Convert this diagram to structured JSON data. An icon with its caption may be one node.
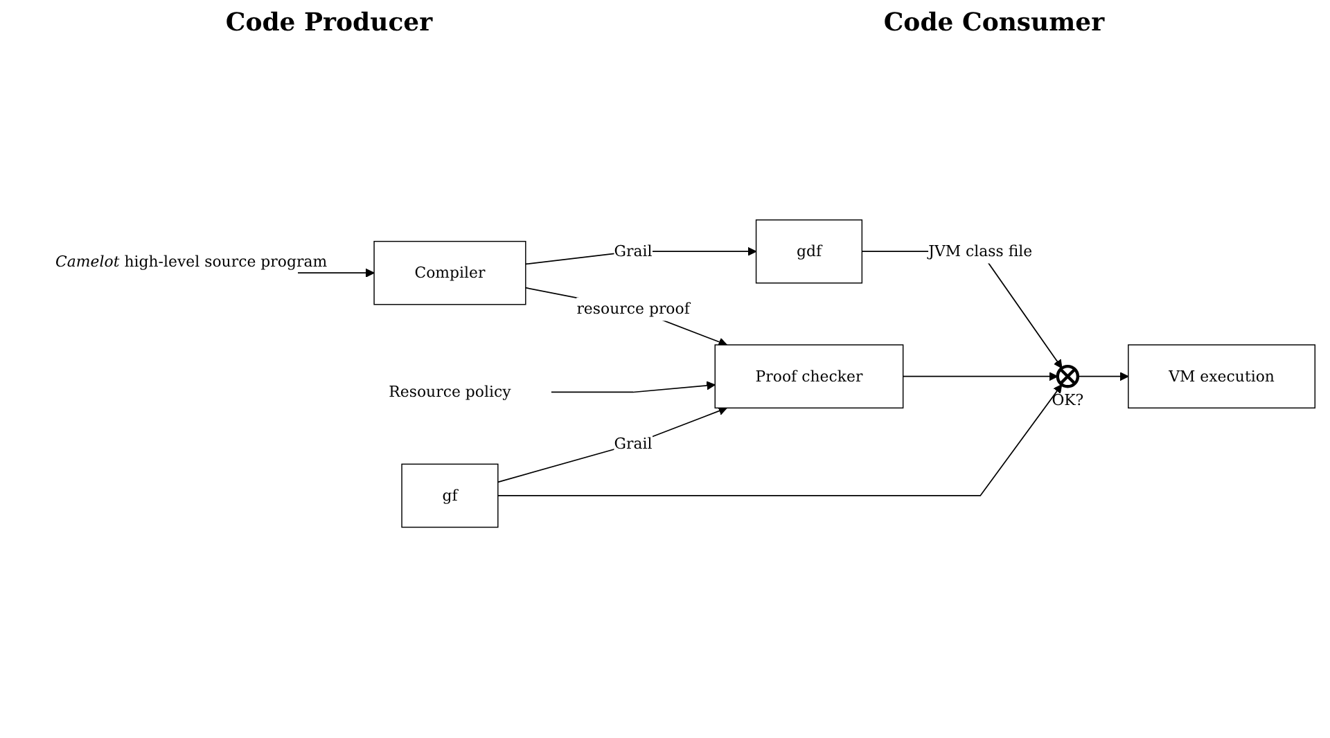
{
  "diagram": {
    "nodes": [
      {
        "text": [
          "*Camelot* high-level source program"
        ]
      },
      {
        "text": [
          "Compiler"
        ]
      },
      {
        "text": [
          "gdf"
        ]
      },
      {
        "text": [
          "Resource policy"
        ]
      },
      {
        "text": [
          "Proof checker"
        ]
      },
      {
        "text": [
          "gf"
        ]
      },
      {
        "text": [],
        "shape": "circle",
        "beside": [
          "OK?"
        ]
      },
      {
        "text": [
          "VM execution"
        ]
      }
    ],
    "edges": [
      {
        "from": 0,
        "to": 1,
        "arrow": "to"
      },
      {
        "from": 1,
        "to": 2,
        "arrow": "to",
        "label": "Grail"
      },
      {
        "from": 1,
        "to": 4,
        "arrow": "to",
        "label": "resource proof"
      },
      {
        "from": 3,
        "to": 4,
        "arrow": "to"
      },
      {
        "from": 5,
        "to": 4,
        "arrow": "to",
        "label": "Grail"
      },
      {
        "from": 4,
        "to": 6,
        "arrow": "to"
      },
      {
        "from": 2,
        "to": 6,
        "arrow": "to",
        "label": "JVM class file"
      },
      {
        "from": 5,
        "to": 6,
        "arrow": "to"
      },
      {
        "from": 6,
        "to": 7,
        "arrow": "to"
      }
    ],
    "labels": [
      "Code Producer",
      "Code Consumer"
    ]
  }
}
